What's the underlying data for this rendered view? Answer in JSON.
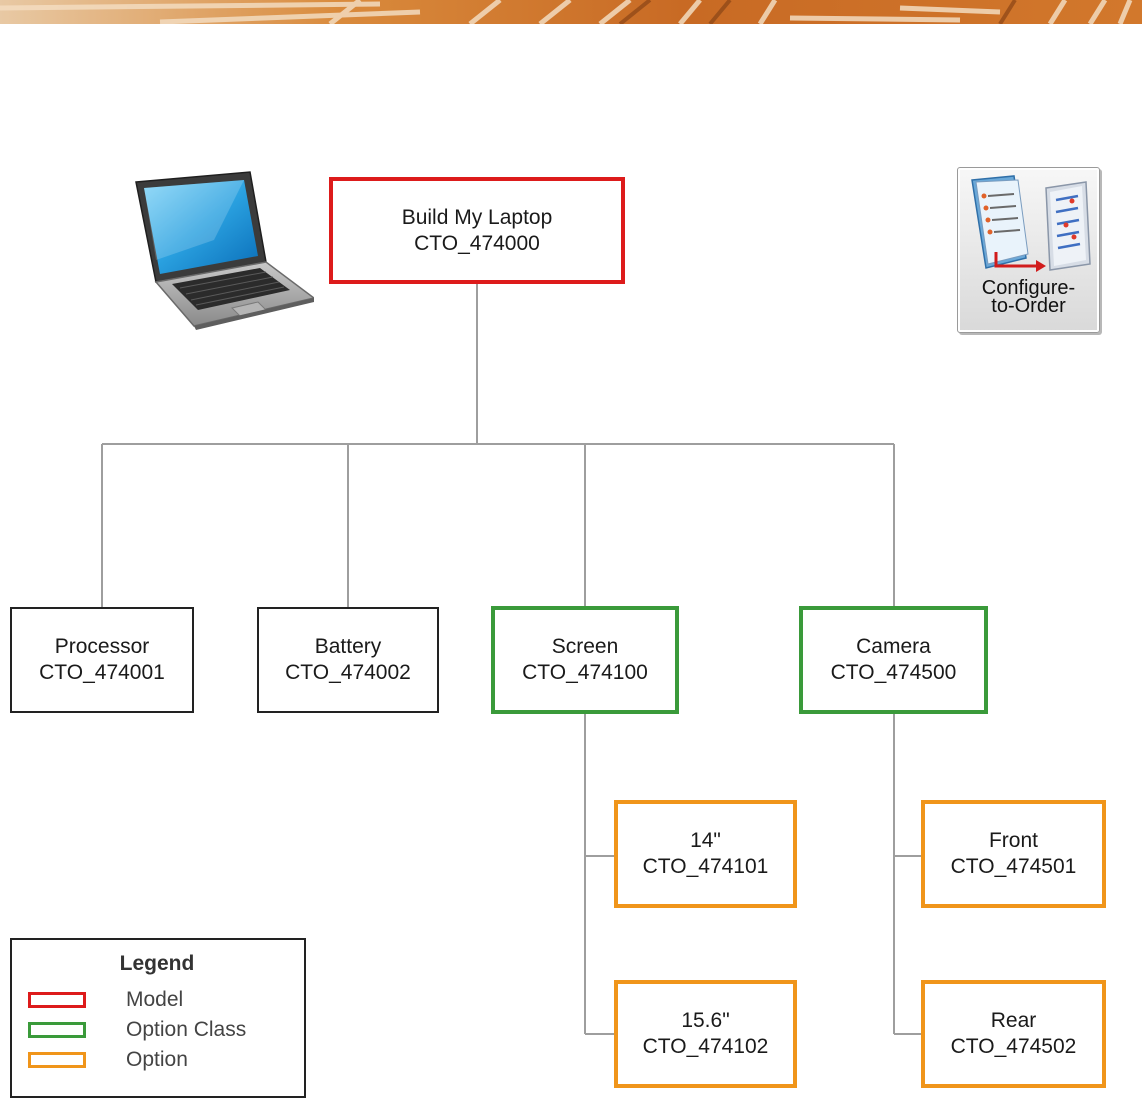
{
  "diagram": {
    "model": {
      "name": "Build My Laptop",
      "code": "CTO_474000",
      "color": "#dd1b1b"
    },
    "children": [
      {
        "name": "Processor",
        "code": "CTO_474001"
      },
      {
        "name": "Battery",
        "code": "CTO_474002"
      },
      {
        "name": "Screen",
        "code": "CTO_474100",
        "options": [
          {
            "name": "14\"",
            "code": "CTO_474101"
          },
          {
            "name": "15.6\"",
            "code": "CTO_474102"
          }
        ]
      },
      {
        "name": "Camera",
        "code": "CTO_474500",
        "options": [
          {
            "name": "Front",
            "code": "CTO_474501"
          },
          {
            "name": "Rear",
            "code": "CTO_474502"
          }
        ]
      }
    ]
  },
  "badge": {
    "label": "Configure-\nto-Order",
    "icon": "configure-to-order-icon"
  },
  "laptop_icon": "laptop-icon",
  "legend": {
    "title": "Legend",
    "items": [
      {
        "label": "Model",
        "color": "#dd1b1b"
      },
      {
        "label": "Option Class",
        "color": "#3a9a3a"
      },
      {
        "label": "Option",
        "color": "#f0951a"
      }
    ]
  },
  "colors": {
    "connector": "#9e9e9e",
    "plain_border": "#222222"
  }
}
